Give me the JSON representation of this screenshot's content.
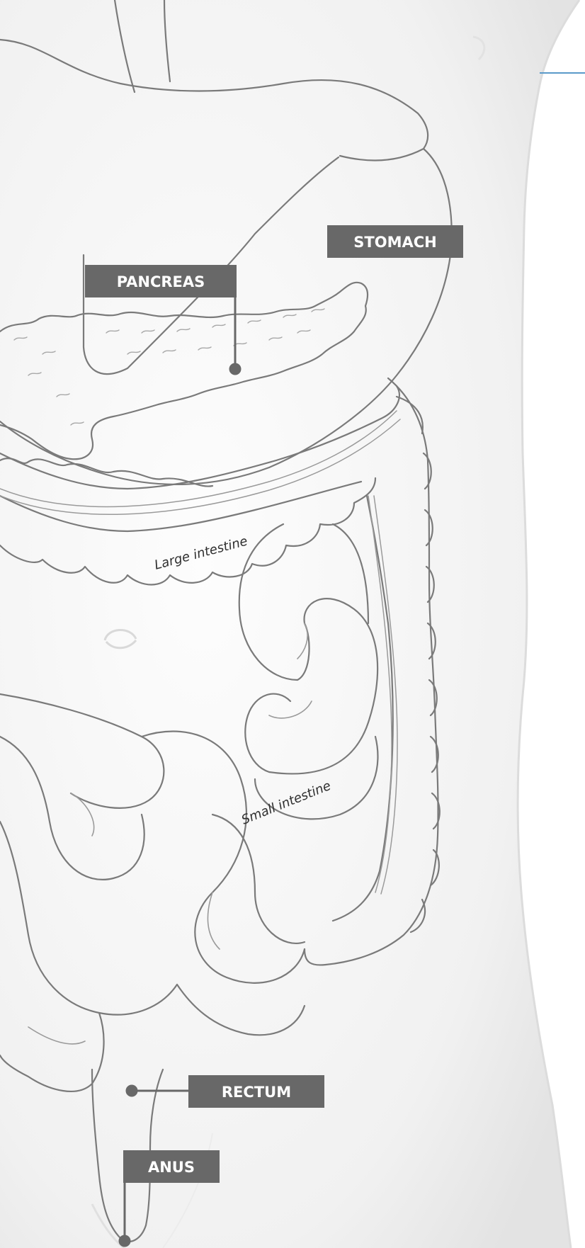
{
  "labels": {
    "stomach": "STOMACH",
    "pancreas": "PANCREAS",
    "large_intestine": "Large intestine",
    "small_intestine": "Small intestine",
    "rectum": "RECTUM",
    "anus": "ANUS"
  },
  "colors": {
    "callout_fill": "#686868",
    "callout_text": "#ffffff",
    "outline": "#7a7a7a",
    "body_fill": "#f4f4f4",
    "accent_line": "#5b9ac9"
  }
}
